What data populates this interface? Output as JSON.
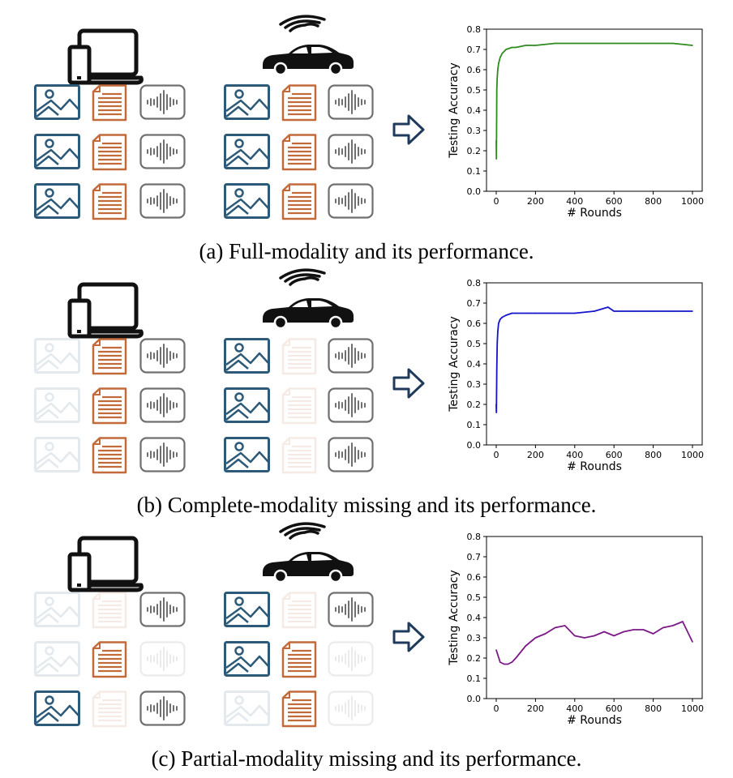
{
  "panels": [
    {
      "id": "a",
      "caption": "(a) Full-modality and its performance.",
      "device_a": "laptop-phone-icon",
      "device_b": "connected-car-icon",
      "grid_a": [
        [
          1,
          1,
          1
        ],
        [
          1,
          1,
          1
        ],
        [
          1,
          1,
          1
        ]
      ],
      "grid_b": [
        [
          1,
          1,
          1
        ],
        [
          1,
          1,
          1
        ],
        [
          1,
          1,
          1
        ]
      ]
    },
    {
      "id": "b",
      "caption": "(b) Complete-modality missing and its performance.",
      "device_a": "laptop-phone-icon",
      "device_b": "connected-car-icon",
      "grid_a": [
        [
          0,
          1,
          1
        ],
        [
          0,
          1,
          1
        ],
        [
          0,
          1,
          1
        ]
      ],
      "grid_b": [
        [
          1,
          0,
          1
        ],
        [
          1,
          0,
          1
        ],
        [
          1,
          0,
          1
        ]
      ]
    },
    {
      "id": "c",
      "caption": "(c) Partial-modality missing and its performance.",
      "device_a": "laptop-phone-icon",
      "device_b": "connected-car-icon",
      "grid_a": [
        [
          0,
          0,
          1
        ],
        [
          0,
          1,
          0
        ],
        [
          1,
          0,
          1
        ]
      ],
      "grid_b": [
        [
          1,
          0,
          1
        ],
        [
          1,
          1,
          0
        ],
        [
          0,
          1,
          0
        ]
      ]
    }
  ],
  "modalities": [
    "image-icon",
    "text-document-icon",
    "audio-waveform-icon"
  ],
  "colors": {
    "image": "#2d5a78",
    "text": "#c26a3a",
    "audio": "#6f6f6f",
    "arrow": "#1f3b5c"
  },
  "chart_data": [
    {
      "type": "line",
      "xlabel": "# Rounds",
      "ylabel": "Testing Accuracy",
      "xlim": [
        0,
        1000
      ],
      "ylim": [
        0.0,
        0.8
      ],
      "xticks": [
        "0",
        "200",
        "400",
        "600",
        "800",
        "1000"
      ],
      "yticks": [
        "0.0",
        "0.1",
        "0.2",
        "0.3",
        "0.4",
        "0.5",
        "0.6",
        "0.7",
        "0.8"
      ],
      "color": "#2e8b1e",
      "series": [
        {
          "x": [
            0,
            1,
            3,
            5,
            8,
            12,
            20,
            30,
            50,
            80,
            100,
            150,
            200,
            300,
            400,
            500,
            600,
            700,
            800,
            900,
            1000
          ],
          "values": [
            0.25,
            0.16,
            0.5,
            0.56,
            0.6,
            0.63,
            0.66,
            0.68,
            0.7,
            0.71,
            0.71,
            0.72,
            0.72,
            0.73,
            0.73,
            0.73,
            0.73,
            0.73,
            0.73,
            0.73,
            0.72
          ]
        }
      ]
    },
    {
      "type": "line",
      "xlabel": "# Rounds",
      "ylabel": "Testing Accuracy",
      "xlim": [
        0,
        1000
      ],
      "ylim": [
        0.0,
        0.8
      ],
      "xticks": [
        "0",
        "200",
        "400",
        "600",
        "800",
        "1000"
      ],
      "yticks": [
        "0.0",
        "0.1",
        "0.2",
        "0.3",
        "0.4",
        "0.5",
        "0.6",
        "0.7",
        "0.8"
      ],
      "color": "#1414cc",
      "series": [
        {
          "x": [
            0,
            1,
            3,
            5,
            8,
            12,
            20,
            30,
            50,
            80,
            100,
            150,
            200,
            300,
            400,
            500,
            570,
            600,
            700,
            800,
            900,
            1000
          ],
          "values": [
            0.2,
            0.16,
            0.38,
            0.5,
            0.56,
            0.6,
            0.62,
            0.63,
            0.64,
            0.65,
            0.65,
            0.65,
            0.65,
            0.65,
            0.65,
            0.66,
            0.68,
            0.66,
            0.66,
            0.66,
            0.66,
            0.66
          ]
        }
      ]
    },
    {
      "type": "line",
      "xlabel": "# Rounds",
      "ylabel": "Testing Accuracy",
      "xlim": [
        0,
        1000
      ],
      "ylim": [
        0.0,
        0.8
      ],
      "xticks": [
        "0",
        "200",
        "400",
        "600",
        "800",
        "1000"
      ],
      "yticks": [
        "0.0",
        "0.1",
        "0.2",
        "0.3",
        "0.4",
        "0.5",
        "0.6",
        "0.7",
        "0.8"
      ],
      "color": "#7b1a86",
      "series": [
        {
          "x": [
            0,
            20,
            40,
            60,
            80,
            100,
            150,
            200,
            250,
            300,
            350,
            400,
            450,
            500,
            550,
            600,
            650,
            700,
            750,
            800,
            850,
            900,
            950,
            1000
          ],
          "values": [
            0.24,
            0.18,
            0.17,
            0.17,
            0.18,
            0.2,
            0.26,
            0.3,
            0.32,
            0.35,
            0.36,
            0.31,
            0.3,
            0.31,
            0.33,
            0.31,
            0.33,
            0.34,
            0.34,
            0.32,
            0.35,
            0.36,
            0.38,
            0.28
          ]
        }
      ]
    }
  ]
}
